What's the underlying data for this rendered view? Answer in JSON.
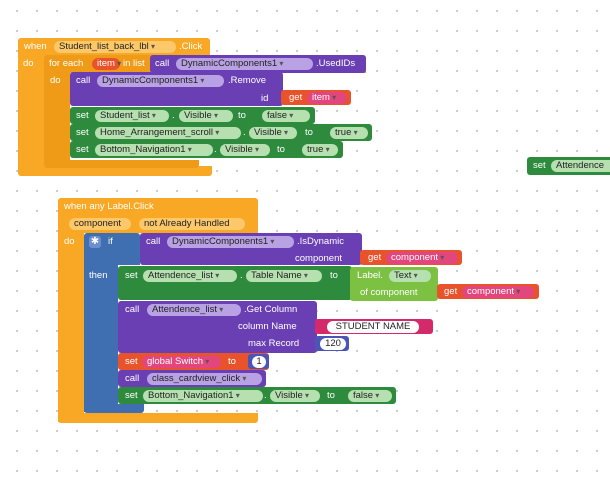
{
  "block1": {
    "when": "when",
    "component": "Student_list_back_lbl",
    "event": ".Click",
    "do": "do",
    "foreach": "for each",
    "item_var": "item",
    "in_list": "in list",
    "call": "call",
    "dyn_component": "DynamicComponents1",
    "used_ids": ".UsedIDs",
    "remove": ".Remove",
    "id_label": "id",
    "get": "get",
    "item_ref": "item",
    "set1": {
      "set": "set",
      "component": "Student_list",
      "dot": ".",
      "prop": "Visible",
      "to": "to",
      "value": "false"
    },
    "set2": {
      "set": "set",
      "component": "Home_Arrangement_scroll",
      "dot": ".",
      "prop": "Visible",
      "to": "to",
      "value": "true"
    },
    "set3": {
      "set": "set",
      "component": "Bottom_Navigation1",
      "dot": ".",
      "prop": "Visible",
      "to": "to",
      "value": "true"
    }
  },
  "stray": {
    "set": "set",
    "component": "Attendence"
  },
  "block2": {
    "when_any": "when any Label.Click",
    "param1": "component",
    "param2": "not Already Handled",
    "do": "do",
    "if": "if",
    "then": "then",
    "call": "call",
    "dyn_component": "DynamicComponents1",
    "is_dynamic": ".IsDynamic",
    "component_label": "component",
    "get": "get",
    "component_ref": "component",
    "set_table": {
      "set": "set",
      "component": "Attendence_list",
      "dot": ".",
      "prop": "Table Name",
      "to": "to"
    },
    "label_text": {
      "label": "Label.",
      "prop": "Text",
      "of_component": "of component"
    },
    "get_column": {
      "component": "Attendence_list",
      "method": ".Get Column",
      "column_name": "column Name",
      "max_record": "max Record",
      "column_value": "STUDENT NAME",
      "max_value": "120"
    },
    "set_global": {
      "set": "set",
      "var": "global Switch",
      "to": "to",
      "value": "1"
    },
    "call_proc": {
      "call": "call",
      "proc": "class_cardview_click"
    },
    "set_bottom": {
      "set": "set",
      "component": "Bottom_Navigation1",
      "dot": ".",
      "prop": "Visible",
      "to": "to",
      "value": "false"
    }
  }
}
